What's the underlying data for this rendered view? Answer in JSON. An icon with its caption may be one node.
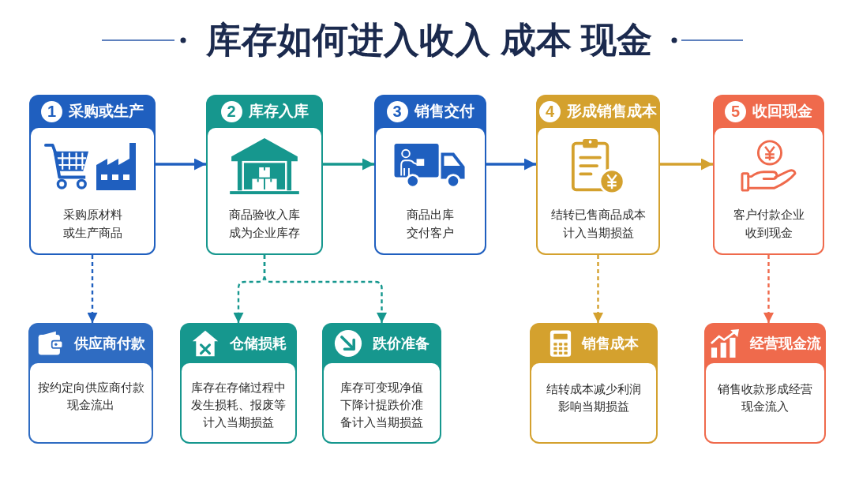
{
  "diagram": {
    "title": "库存如何进入收入 成本 现金",
    "nodes": [
      {
        "text": [
          "1",
          "采购或生产",
          "采购原材料或生产商品"
        ]
      },
      {
        "text": [
          "2",
          "库存入库",
          "商品验收入库成为企业库存"
        ]
      },
      {
        "text": [
          "3",
          "销售交付",
          "商品出库交付客户"
        ]
      },
      {
        "text": [
          "4",
          "形成销售成本",
          "结转已售商品成本计入当期损益"
        ]
      },
      {
        "text": [
          "5",
          "收回现金",
          "客户付款企业收到现金"
        ]
      },
      {
        "text": [
          "供应商付款",
          "按约定向供应商付款现金流出"
        ]
      },
      {
        "text": [
          "仓储损耗",
          "库存在存储过程中发生损耗、报废等计入当期损益"
        ]
      },
      {
        "text": [
          "跌价准备",
          "库存可变现净值下降计提跌价准备计入当期损益"
        ]
      },
      {
        "text": [
          "销售成本",
          "结转成本减少利润影响当期损益"
        ]
      },
      {
        "text": [
          "经营现金流",
          "销售收款形成经营现金流入"
        ]
      }
    ],
    "edges": [
      {
        "from": 0,
        "to": 1,
        "arrow": "to",
        "color": "#1f5fbf"
      },
      {
        "from": 1,
        "to": 2,
        "arrow": "to",
        "color": "#16978e"
      },
      {
        "from": 2,
        "to": 3,
        "arrow": "to",
        "color": "#1f5fbf"
      },
      {
        "from": 3,
        "to": 4,
        "arrow": "to",
        "color": "#d4a12e"
      },
      {
        "from": 0,
        "to": 5,
        "arrow": "to",
        "style": "dashed",
        "color": "#1f5fbf"
      },
      {
        "from": 1,
        "to": 6,
        "arrow": "to",
        "style": "dashed",
        "color": "#16978e"
      },
      {
        "from": 1,
        "to": 7,
        "arrow": "to",
        "style": "dashed",
        "color": "#16978e"
      },
      {
        "from": 3,
        "to": 8,
        "arrow": "to",
        "style": "dashed",
        "color": "#d4a12e"
      },
      {
        "from": 4,
        "to": 9,
        "arrow": "to",
        "style": "dashed",
        "color": "#ef6a4c"
      }
    ]
  }
}
